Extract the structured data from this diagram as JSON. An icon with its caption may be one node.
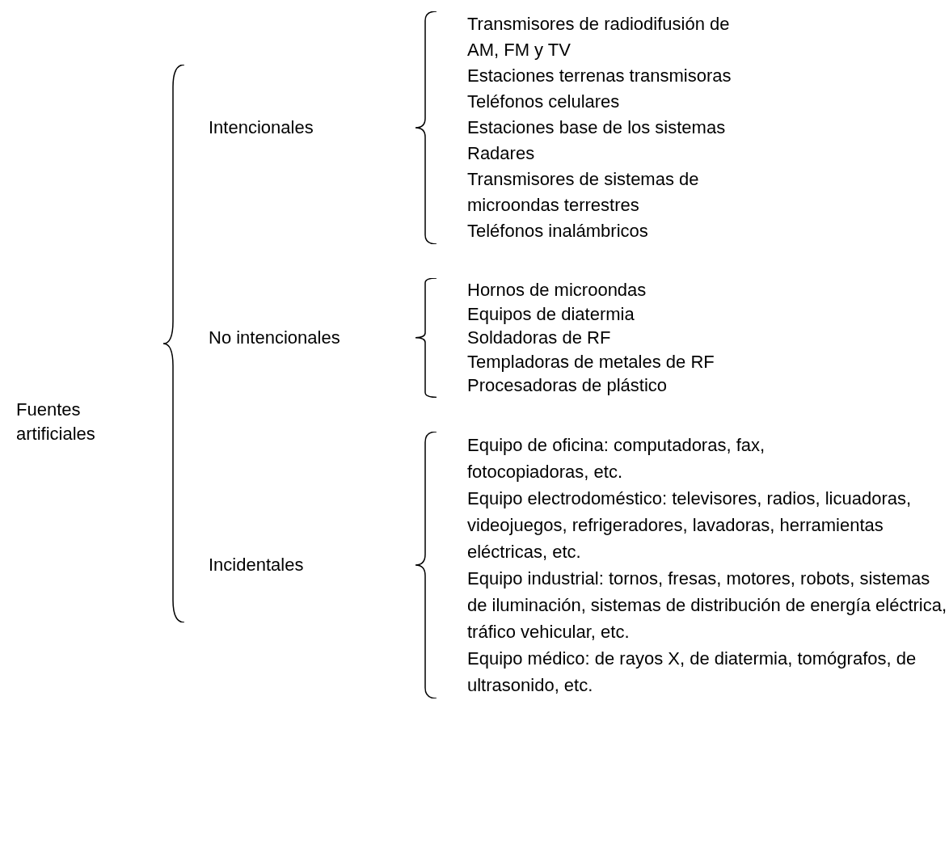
{
  "diagram": {
    "labels": [
      "Fuentes artificiales",
      "Intencionales",
      "Transmisores de radiodifusión de AM, FM y TV",
      "Estaciones terrenas transmisoras",
      "Teléfonos celulares",
      "Estaciones base de los sistemas",
      "Radares",
      "Transmisores de sistemas de microondas terrestres",
      "Teléfonos inalámbricos",
      "No intencionales",
      "Hornos de microondas",
      "Equipos de diatermia",
      "Soldadoras de RF",
      "Templadoras de metales de RF",
      "Procesadoras de plástico",
      "Incidentales",
      "Equipo de oficina: computadoras, fax, fotocopiadoras, etc.",
      "Equipo electrodoméstico: televisores, radios, licuadoras, videojuegos, refrigeradores, lavadoras, herramientas eléctricas, etc.",
      "Equipo industrial: tornos, fresas, motores, robots, sistemas de iluminación, sistemas de distribución de energía eléctrica, tráfico vehicular, etc.",
      "Equipo médico: de rayos X, de diatermia, tomógrafos, de ultrasonido, etc."
    ]
  }
}
